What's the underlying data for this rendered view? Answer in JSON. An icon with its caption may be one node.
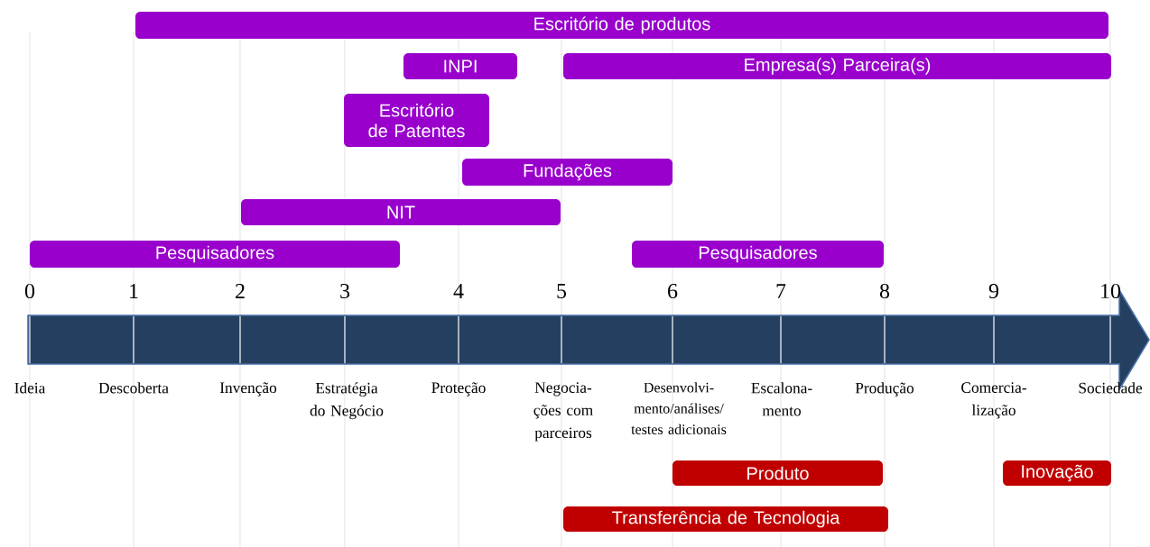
{
  "diagram": {
    "nodes": [
      {
        "text": [
          "Escritório de produtos"
        ]
      },
      {
        "text": [
          "INPI"
        ]
      },
      {
        "text": [
          "Empresa(s) Parceira(s)"
        ]
      },
      {
        "text": [
          "Escritório de Patentes"
        ]
      },
      {
        "text": [
          "Fundações"
        ]
      },
      {
        "text": [
          "NIT"
        ]
      },
      {
        "text": [
          "Pesquisadores"
        ]
      },
      {
        "text": [
          "Pesquisadores"
        ]
      },
      {
        "text": [
          "Produto"
        ]
      },
      {
        "text": [
          "Inovação"
        ]
      },
      {
        "text": [
          "Transferência de Tecnologia"
        ]
      }
    ],
    "labels": [
      "0",
      "1",
      "2",
      "3",
      "4",
      "5",
      "6",
      "7",
      "8",
      "9",
      "10",
      "Ideia",
      "Descoberta",
      "Invenção",
      "Estratégia do Negócio",
      "Proteção",
      "Negocia- ções com parceiros",
      "Desenvolvi- mento/análises/ testes adicionais",
      "Escalona- mento",
      "Produção",
      "Comercia- lização",
      "Sociedade"
    ]
  }
}
